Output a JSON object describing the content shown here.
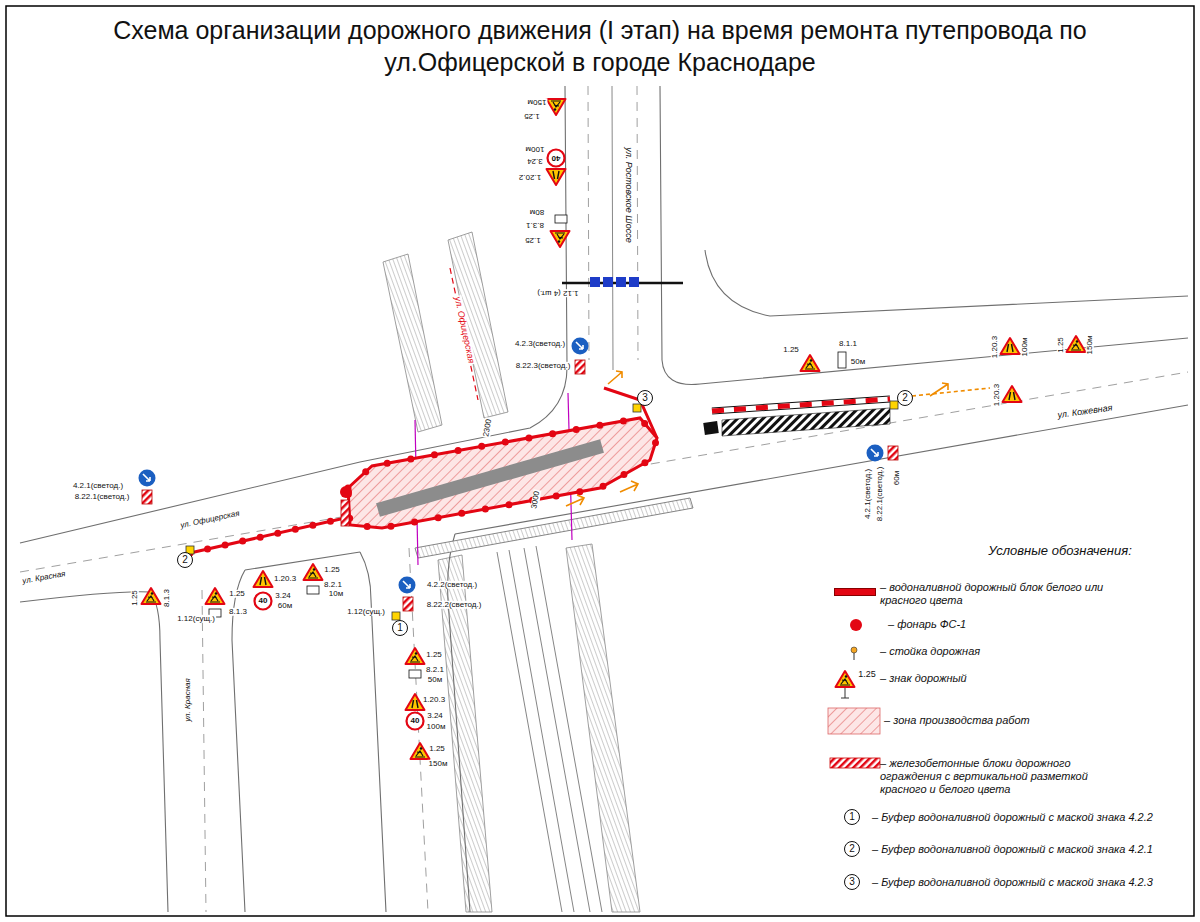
{
  "diagram": {
    "title": "Схема организации дорожного движения (I этап) на время ремонта путепровода по ул.Офицерской в городе Краснодаре",
    "nodes": [
      {
        "text": [
          "3"
        ]
      },
      {
        "text": [
          "2"
        ]
      },
      {
        "text": [
          "2"
        ]
      },
      {
        "text": [
          "1"
        ]
      },
      {
        "text": [
          "1"
        ]
      },
      {
        "text": [
          "2"
        ]
      },
      {
        "text": [
          "3"
        ]
      }
    ],
    "labels": [
      "1.25",
      "150м",
      "1.20.2",
      "40",
      "3.24",
      "100м",
      "1.25",
      "8.3.1",
      "80м",
      "ул. Ростовское Шоссе",
      "1.12 (4 шт.)",
      "ул. Офицерская",
      "4.2.3(светод.)",
      "8.22.3(светод.)",
      "2300",
      "3000",
      "1.25",
      "8.1.1",
      "50м",
      "1.20.3",
      "100м",
      "1.25",
      "150м",
      "1.20.3",
      "ул. Кожевная",
      "4.2.1(светод.)",
      "8.22.1(светод.)",
      "60м",
      "4.2.1(светод.)",
      "8.22.1(светод.)",
      "ул. Офицерская",
      "ул. Красная",
      "1.25",
      "8.1.3",
      "1.12(сущ.)",
      "ул. Красная",
      "1.25",
      "8.1.3",
      "1.20.3",
      "40",
      "3.24",
      "60м",
      "1.25",
      "8.2.1",
      "10м",
      "4.2.2(светод.)",
      "8.22.2(светод.)",
      "1.12(сущ.)",
      "1.25",
      "8.2.1",
      "50м",
      "1.20.3",
      "40",
      "3.24",
      "100м",
      "1.25",
      "150м",
      "Условные обозначения:",
      "1.25"
    ],
    "legend": [
      {
        "text": "– водоналивной дорожный блок белого или красного цвета",
        "color": "#e30613"
      },
      {
        "text": "– фонарь ФС-1",
        "color": "#e30613"
      },
      {
        "text": "– стойка дорожная"
      },
      {
        "text": "– знак дорожный"
      },
      {
        "text": "– зона производства работ"
      },
      {
        "text": "– железобетонные блоки дорожного ограждения с вертикальной разметкой красного и белого цвета"
      },
      {
        "text": "– Буфер водоналивной дорожный с маской знака 4.2.2"
      },
      {
        "text": "– Буфер водоналивной дорожный с маской знака 4.2.1"
      },
      {
        "text": "– Буфер водоналивной дорожный с маской знака 4.2.3"
      }
    ]
  }
}
